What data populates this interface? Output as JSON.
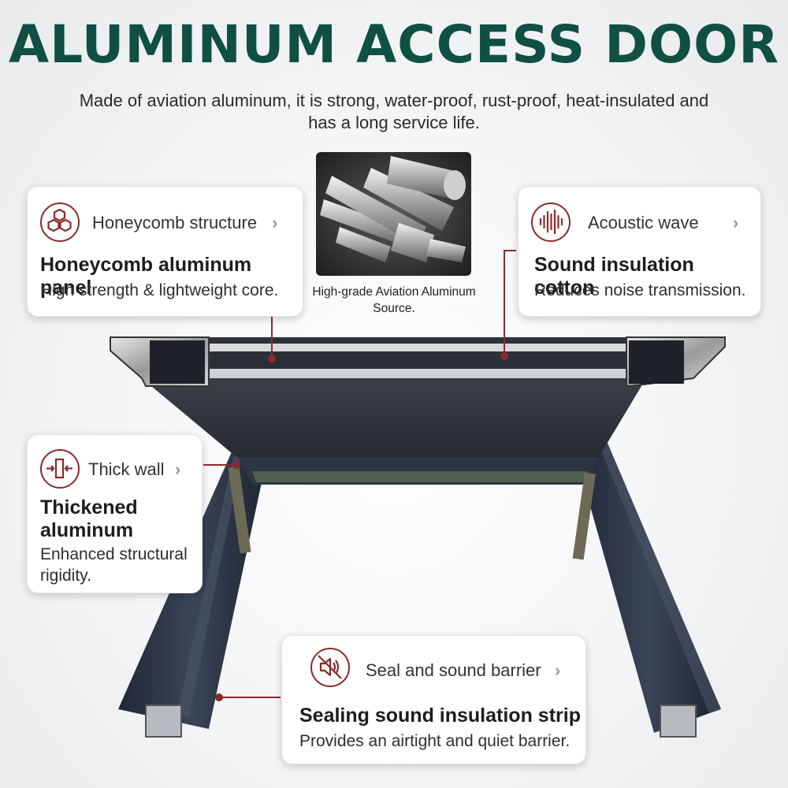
{
  "header": {
    "title": "ALUMINUM ACCESS DOOR",
    "subtitle": "Made of aviation aluminum, it is strong, water-proof, rust-proof, heat-insulated and has a long service life."
  },
  "source_image": {
    "caption": "High-grade Aviation Aluminum Source."
  },
  "features": [
    {
      "tag": "Honeycomb structure",
      "icon": "honeycomb-icon",
      "heading": "Honeycomb aluminum panel",
      "description": "High strength & lightweight core."
    },
    {
      "tag": "Acoustic wave",
      "icon": "sound-wave-icon",
      "heading": "Sound insulation cotton",
      "description": "Reduces noise transmission."
    },
    {
      "tag": "Thick wall",
      "icon": "thick-wall-icon",
      "heading": "Thickened aluminum",
      "description": "Enhanced structural rigidity."
    },
    {
      "tag": "Seal and sound barrier",
      "icon": "muted-speaker-icon",
      "heading": "Sealing sound insulation strip",
      "description": "Provides an airtight and quiet barrier."
    }
  ],
  "colors": {
    "title": "#0f4f44",
    "accent": "#8a2b2b",
    "frame": "#2b3444"
  }
}
